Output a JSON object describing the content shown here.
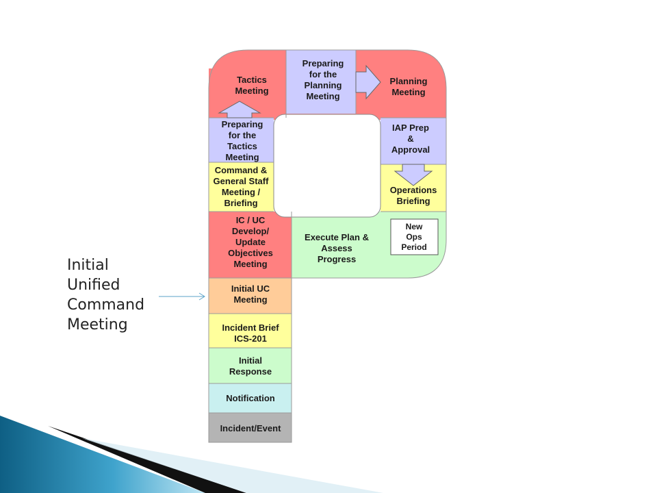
{
  "side_caption": [
    "Initial",
    "Unified",
    "Command",
    "Meeting"
  ],
  "steps": {
    "incident_event": [
      "Incident/Event"
    ],
    "notification": [
      "Notification"
    ],
    "initial_response": [
      "Initial",
      "Response"
    ],
    "incident_brief": [
      "Incident Brief",
      "ICS-201"
    ],
    "initial_uc_meeting": [
      "Initial UC",
      "Meeting"
    ],
    "ic_uc_objectives": [
      "IC / UC",
      "Develop/",
      "Update",
      "Objectives",
      "Meeting"
    ],
    "command_general_staff": [
      "Command &",
      "General Staff",
      "Meeting /",
      "Briefing"
    ],
    "preparing_tactics": [
      "Preparing",
      "for the",
      "Tactics",
      "Meeting"
    ],
    "tactics_meeting": [
      "Tactics",
      "Meeting"
    ],
    "preparing_planning": [
      "Preparing",
      "for the",
      "Planning",
      "Meeting"
    ],
    "planning_meeting": [
      "Planning",
      "Meeting"
    ],
    "iap_prep": [
      "IAP Prep",
      "&",
      "Approval"
    ],
    "operations_briefing": [
      "Operations",
      "Briefing"
    ],
    "execute_plan": [
      "Execute Plan &",
      "Assess",
      "Progress"
    ],
    "new_ops_period": [
      "New",
      "Ops",
      "Period"
    ]
  },
  "colors": {
    "gray": "#b4b4b4",
    "cyan": "#c9f0f0",
    "green": "#ccfccc",
    "yellow": "#ffff9c",
    "orange": "#ffcc99",
    "red": "#ff8080",
    "lavender": "#ccccff",
    "arrow": "#5ba3c9",
    "accent_teal": "#1a7fa8"
  }
}
